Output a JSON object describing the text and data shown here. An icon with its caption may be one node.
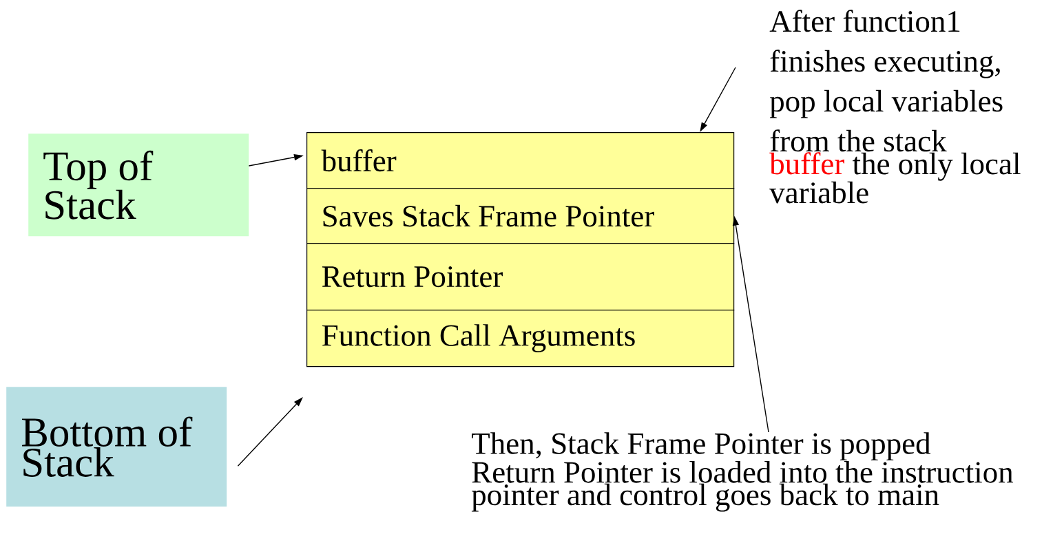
{
  "diagram": {
    "nodes": [
      {
        "text": [
          "Top of Stack"
        ]
      },
      {
        "text": [
          "Bottom of Stack"
        ]
      },
      {
        "text": [
          "buffer"
        ]
      },
      {
        "text": [
          "Saves Stack Frame Pointer"
        ]
      },
      {
        "text": [
          "Return Pointer"
        ]
      },
      {
        "text": [
          "Function Call Arguments"
        ]
      },
      {
        "text": [
          "After function1 finishes executing, pop local variables from the stack",
          "buffer",
          "the only local variable"
        ]
      },
      {
        "text": [
          "Then, Stack Frame Pointer is popped",
          "Return Pointer is loaded into the instruction pointer and control goes back to main"
        ]
      }
    ],
    "edges": [
      {
        "from": 0,
        "to": 2,
        "arrow": "to"
      },
      {
        "from": 6,
        "to": 2,
        "arrow": "to"
      },
      {
        "from": 7,
        "to": 3,
        "arrow": "to"
      },
      {
        "from": 1,
        "to": null,
        "arrow": "to"
      }
    ]
  }
}
